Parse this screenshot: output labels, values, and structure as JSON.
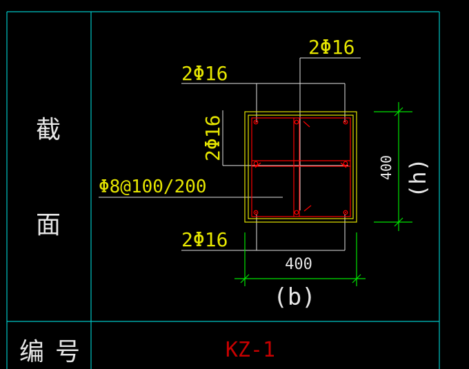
{
  "table": {
    "row_label_section": "截\n面",
    "row_label_section_chars": [
      "截",
      "面"
    ],
    "row_label_number": "编号",
    "row_label_number_chars": [
      "编",
      "号"
    ],
    "member_id": "KZ-1"
  },
  "section": {
    "rebar_top_right": "2Φ16",
    "rebar_top_left": "2Φ16",
    "rebar_side": "2Φ16",
    "stirrup": "Φ8@100/200",
    "rebar_bottom": "2Φ16",
    "dim_width": "400",
    "dim_width_symbol": "(b)",
    "dim_height": "400",
    "dim_height_symbol": "(h)"
  },
  "colors": {
    "frame": "#00c8c8",
    "label_white": "#e6e6e6",
    "annotation": "#e6e600",
    "concrete_outline": "#e6e600",
    "rebar": "#ff0000",
    "dimension": "#00e600",
    "leader": "#e6e6e6",
    "member_id": "#c80000"
  }
}
